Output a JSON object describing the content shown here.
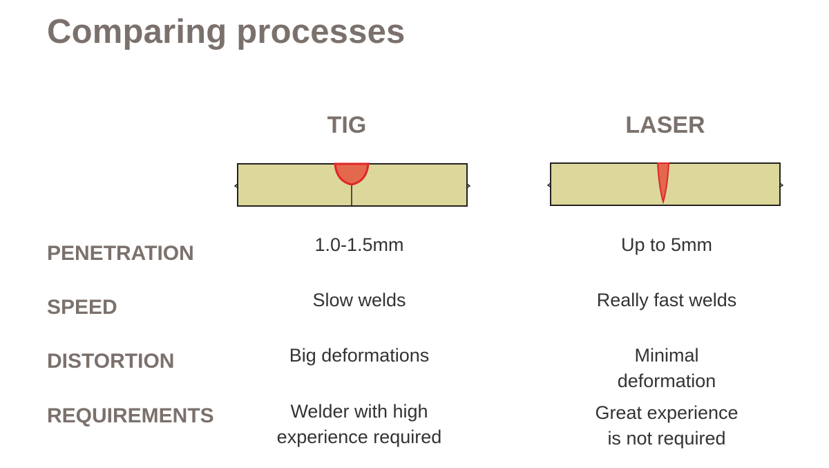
{
  "title": "Comparing processes",
  "columns": {
    "tig": "TIG",
    "laser": "LASER"
  },
  "colors": {
    "plate_fill": "#dcd79a",
    "plate_stroke": "#222222",
    "weld_fill": "#e4684c",
    "weld_stroke": "#e0262a",
    "label_color": "#7b716c"
  },
  "rows": [
    {
      "label": "PENETRATION",
      "tig": "1.0-1.5mm",
      "laser": "Up to 5mm"
    },
    {
      "label": "SPEED",
      "tig": "Slow welds",
      "laser": "Really fast welds"
    },
    {
      "label": "DISTORTION",
      "tig": "Big deformations",
      "laser": "Minimal\ndeformation"
    },
    {
      "label": "REQUIREMENTS",
      "tig": "Welder with high\nexperience required",
      "laser": "Great experience\nis not required"
    }
  ]
}
